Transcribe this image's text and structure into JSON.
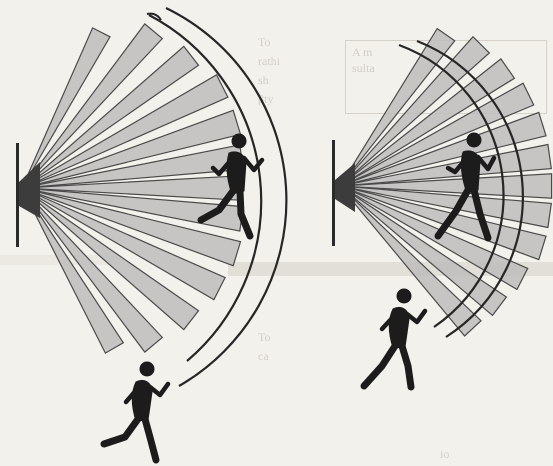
{
  "background": {
    "left_column": [
      "To",
      "rathi",
      "sh",
      "βty"
    ],
    "box": [
      "A m",
      "sulta"
    ],
    "bottom_text": [
      "To",
      "ca"
    ],
    "footer": "io"
  },
  "colors": {
    "beam_fill": "#bdbdbd",
    "beam_stroke": "#4a4a4a",
    "sensor_dark": "#2e2e2e",
    "wave_line": "#262626",
    "figure": "#1c1c1c"
  },
  "icons": [
    "sensor-icon",
    "person-walking-icon"
  ]
}
